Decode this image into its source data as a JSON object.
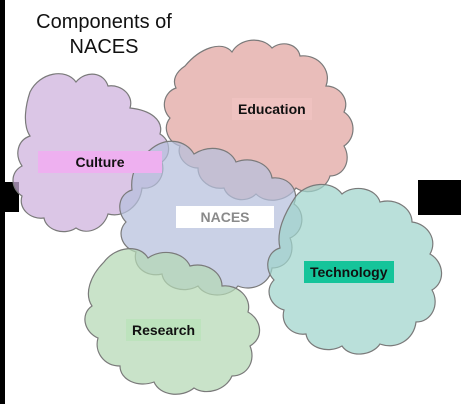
{
  "title": "Components of NACES",
  "title_lines": [
    "Components of",
    "NACES"
  ],
  "pieces": [
    {
      "label": "Education",
      "color": "#e0a3a0",
      "label_bg": "#efc2c0"
    },
    {
      "label": "Culture",
      "color": "#cdb0dc",
      "label_bg": "#eeb0f0"
    },
    {
      "label": "NACES",
      "color": "#b5bfdc",
      "label_bg": "#ffffff"
    },
    {
      "label": "Technology",
      "color": "#9fd4cc",
      "label_bg": "#15c49a"
    },
    {
      "label": "Research",
      "color": "#b4d8b4",
      "label_bg": "#bde3bd"
    }
  ]
}
